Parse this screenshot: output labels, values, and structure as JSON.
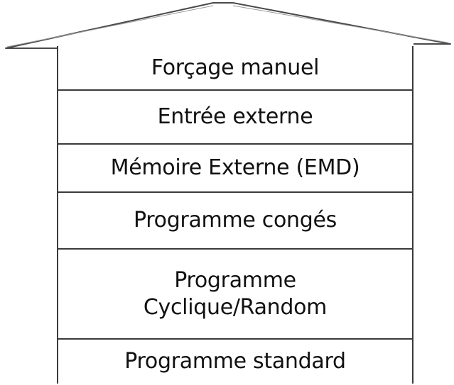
{
  "diagram": {
    "levels": [
      {
        "lines": [
          "Forçage manuel"
        ]
      },
      {
        "lines": [
          "Entrée externe"
        ]
      },
      {
        "lines": [
          "Mémoire Externe (EMD)"
        ]
      },
      {
        "lines": [
          "Programme congés"
        ]
      },
      {
        "lines": [
          "Programme",
          "Cyclique/Random"
        ]
      },
      {
        "lines": [
          "Programme standard"
        ]
      }
    ]
  }
}
